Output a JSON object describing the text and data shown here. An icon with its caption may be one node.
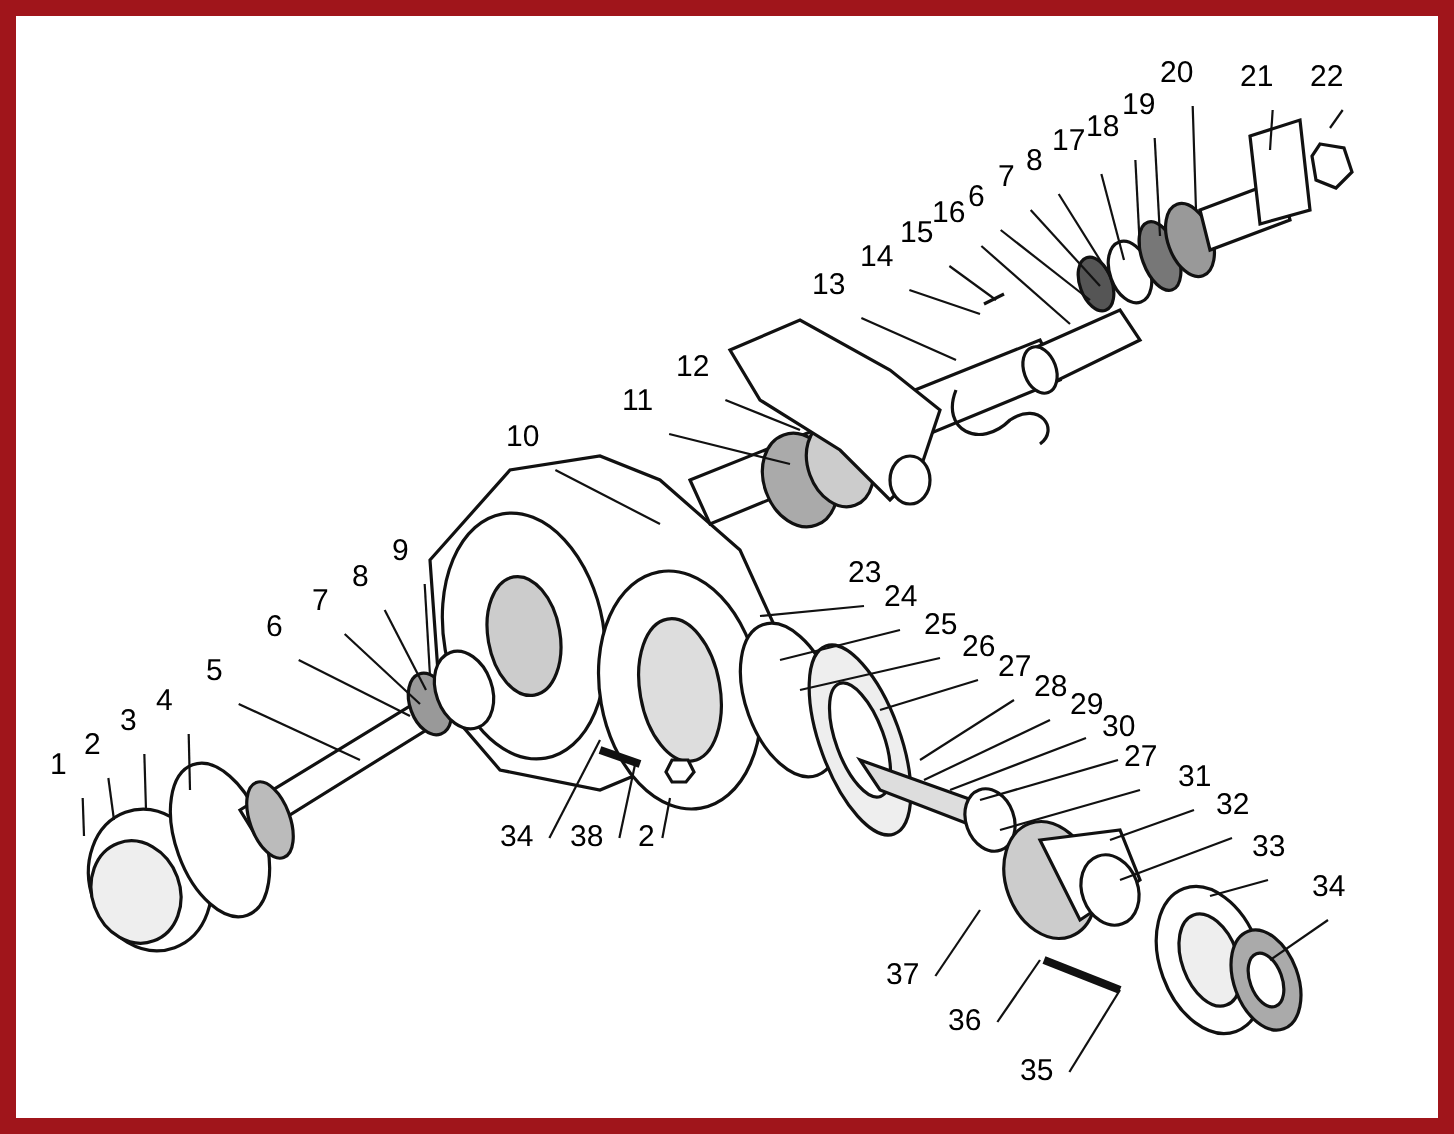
{
  "diagram": {
    "nodes": [
      {
        "text": [
          "1"
        ]
      },
      {
        "text": [
          "2"
        ]
      },
      {
        "text": [
          "3"
        ]
      },
      {
        "text": [
          "4"
        ]
      },
      {
        "text": [
          "5"
        ]
      },
      {
        "text": [
          "6"
        ]
      },
      {
        "text": [
          "7"
        ]
      },
      {
        "text": [
          "8"
        ]
      },
      {
        "text": [
          "9"
        ]
      },
      {
        "text": [
          "10"
        ]
      },
      {
        "text": [
          "11"
        ]
      },
      {
        "text": [
          "12"
        ]
      },
      {
        "text": [
          "13"
        ]
      },
      {
        "text": [
          "14"
        ]
      },
      {
        "text": [
          "15"
        ]
      },
      {
        "text": [
          "16"
        ]
      },
      {
        "text": [
          "6"
        ]
      },
      {
        "text": [
          "7"
        ]
      },
      {
        "text": [
          "8"
        ]
      },
      {
        "text": [
          "17"
        ]
      },
      {
        "text": [
          "18"
        ]
      },
      {
        "text": [
          "19"
        ]
      },
      {
        "text": [
          "20"
        ]
      },
      {
        "text": [
          "21"
        ]
      },
      {
        "text": [
          "22"
        ]
      },
      {
        "text": [
          "23"
        ]
      },
      {
        "text": [
          "24"
        ]
      },
      {
        "text": [
          "25"
        ]
      },
      {
        "text": [
          "26"
        ]
      },
      {
        "text": [
          "27"
        ]
      },
      {
        "text": [
          "28"
        ]
      },
      {
        "text": [
          "29"
        ]
      },
      {
        "text": [
          "30"
        ]
      },
      {
        "text": [
          "27"
        ]
      },
      {
        "text": [
          "31"
        ]
      },
      {
        "text": [
          "32"
        ]
      },
      {
        "text": [
          "33"
        ]
      },
      {
        "text": [
          "34"
        ]
      },
      {
        "text": [
          "35"
        ]
      },
      {
        "text": [
          "36"
        ]
      },
      {
        "text": [
          "37"
        ]
      },
      {
        "text": [
          "34"
        ]
      },
      {
        "text": [
          "38"
        ]
      },
      {
        "text": [
          "2"
        ]
      }
    ],
    "edges": [
      {
        "from": 0,
        "to": null,
        "arrow": "none"
      },
      {
        "from": 1,
        "to": null,
        "arrow": "none"
      },
      {
        "from": 2,
        "to": null,
        "arrow": "none"
      },
      {
        "from": 3,
        "to": null,
        "arrow": "none"
      },
      {
        "from": 4,
        "to": null,
        "arrow": "none"
      },
      {
        "from": 5,
        "to": null,
        "arrow": "none"
      },
      {
        "from": 6,
        "to": null,
        "arrow": "none"
      },
      {
        "from": 7,
        "to": null,
        "arrow": "none"
      },
      {
        "from": 8,
        "to": null,
        "arrow": "none"
      },
      {
        "from": 9,
        "to": null,
        "arrow": "none"
      },
      {
        "from": 10,
        "to": null,
        "arrow": "none"
      },
      {
        "from": 11,
        "to": null,
        "arrow": "none"
      },
      {
        "from": 12,
        "to": null,
        "arrow": "none"
      },
      {
        "from": 13,
        "to": null,
        "arrow": "none"
      },
      {
        "from": 14,
        "to": null,
        "arrow": "none"
      },
      {
        "from": 15,
        "to": null,
        "arrow": "none"
      },
      {
        "from": 16,
        "to": null,
        "arrow": "none"
      },
      {
        "from": 17,
        "to": null,
        "arrow": "none"
      },
      {
        "from": 18,
        "to": null,
        "arrow": "none"
      },
      {
        "from": 19,
        "to": null,
        "arrow": "none"
      },
      {
        "from": 20,
        "to": null,
        "arrow": "none"
      },
      {
        "from": 21,
        "to": null,
        "arrow": "none"
      },
      {
        "from": 22,
        "to": null,
        "arrow": "none"
      },
      {
        "from": 23,
        "to": null,
        "arrow": "none"
      },
      {
        "from": 24,
        "to": null,
        "arrow": "none"
      },
      {
        "from": 25,
        "to": null,
        "arrow": "none"
      },
      {
        "from": 26,
        "to": null,
        "arrow": "none"
      },
      {
        "from": 27,
        "to": null,
        "arrow": "none"
      },
      {
        "from": 28,
        "to": null,
        "arrow": "none"
      },
      {
        "from": 29,
        "to": null,
        "arrow": "none"
      },
      {
        "from": 30,
        "to": null,
        "arrow": "none"
      },
      {
        "from": 31,
        "to": null,
        "arrow": "none"
      },
      {
        "from": 32,
        "to": null,
        "arrow": "none"
      },
      {
        "from": 33,
        "to": null,
        "arrow": "none"
      },
      {
        "from": 34,
        "to": null,
        "arrow": "none"
      },
      {
        "from": 35,
        "to": null,
        "arrow": "none"
      },
      {
        "from": 36,
        "to": null,
        "arrow": "none"
      },
      {
        "from": 37,
        "to": null,
        "arrow": "none"
      },
      {
        "from": 38,
        "to": null,
        "arrow": "none"
      },
      {
        "from": 39,
        "to": null,
        "arrow": "none"
      },
      {
        "from": 40,
        "to": null,
        "arrow": "none"
      },
      {
        "from": 41,
        "to": null,
        "arrow": "none"
      },
      {
        "from": 42,
        "to": null,
        "arrow": "none"
      },
      {
        "from": 43,
        "to": null,
        "arrow": "none"
      }
    ]
  }
}
